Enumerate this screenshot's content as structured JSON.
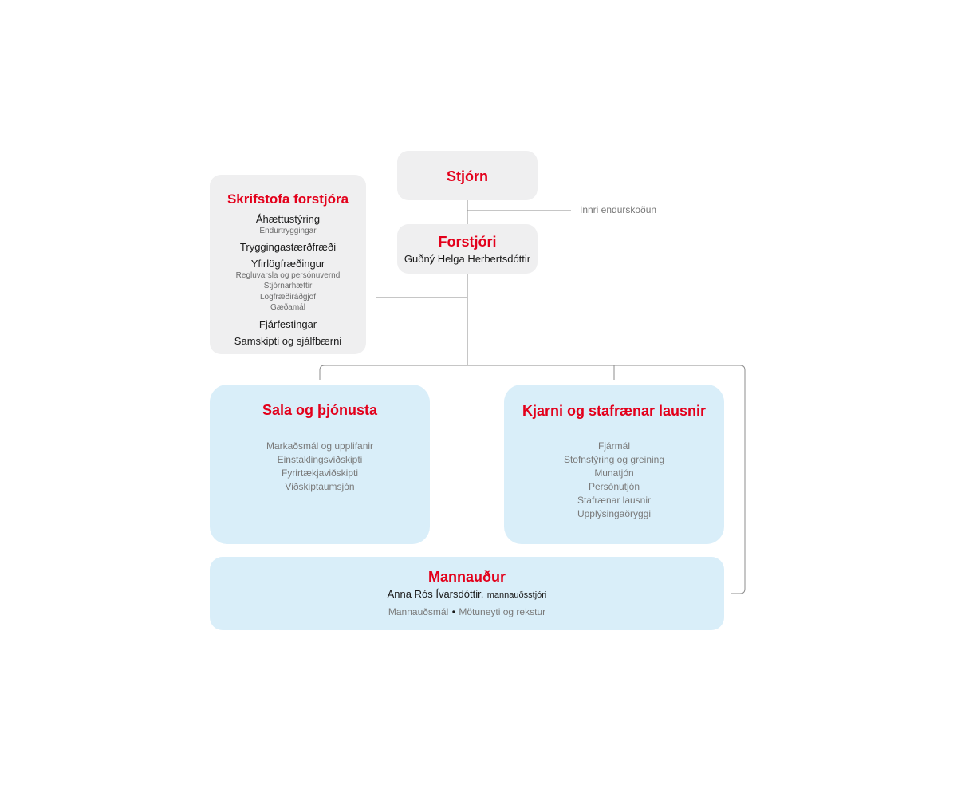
{
  "board": {
    "title": "Stjórn"
  },
  "internal_audit": {
    "label": "Innri endurskoðun"
  },
  "ceo": {
    "title": "Forstjóri",
    "name": "Guðný Helga Herbertsdóttir"
  },
  "ceo_office": {
    "title": "Skrifstofa forstjóra",
    "risk": "Áhættustýring",
    "risk_sub": [
      "Endurtryggingar"
    ],
    "actuarial": "Tryggingastærðfræði",
    "legal": "Yfirlögfræðingur",
    "legal_sub": [
      "Regluvarsla og persónuvernd",
      "Stjórnarhættir",
      "Lögfræðiráðgjöf",
      "Gæðamál"
    ],
    "investments": "Fjárfestingar",
    "communications": "Samskipti og sjálfbærni"
  },
  "sales": {
    "title": "Sala og þjónusta",
    "items": [
      "Markaðsmál og upplifanir",
      "Einstaklingsviðskipti",
      "Fyrirtækjaviðskipti",
      "Viðskiptaumsjón"
    ]
  },
  "core": {
    "title": "Kjarni og stafrænar lausnir",
    "items": [
      "Fjármál",
      "Stofnstýring og greining",
      "Munatjón",
      "Persónutjón",
      "Stafrænar lausnir",
      "Upplýsingaöryggi"
    ]
  },
  "hr": {
    "title": "Mannauður",
    "head_name": "Anna Rós Ívarsdóttir,",
    "head_role": "mannauðsstjóri",
    "item1": "Mannauðsmál",
    "bullet": "•",
    "item2": "Mötuneyti og rekstur"
  }
}
